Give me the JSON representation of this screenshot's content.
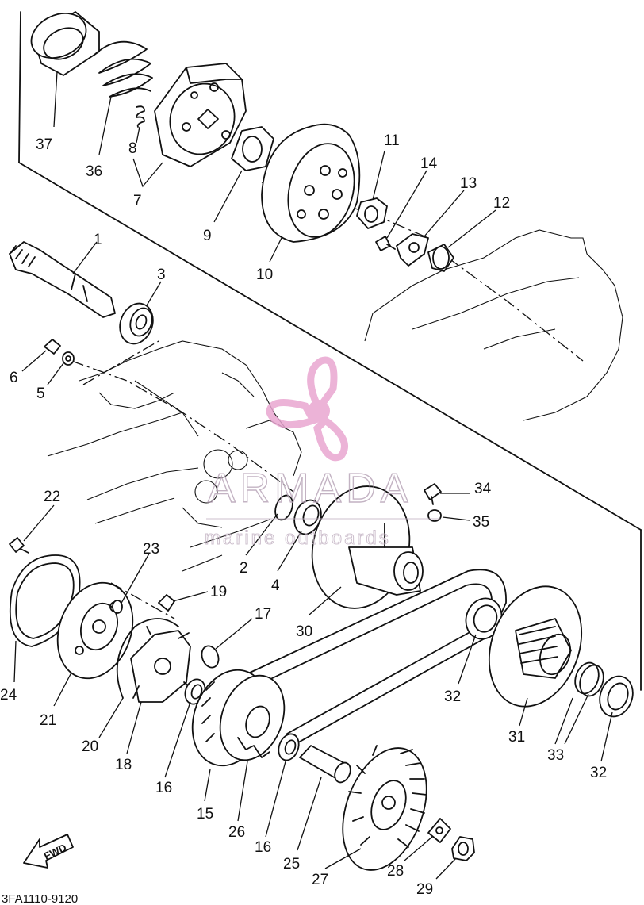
{
  "diagram": {
    "drawing_code": "3FA1110-9120",
    "fwd_label": "FWD",
    "watermark": {
      "name": "ARMADA",
      "tagline": "marine outboards",
      "color": "#e9a6d1"
    },
    "part_numbers": [
      "37",
      "36",
      "8",
      "7",
      "9",
      "10",
      "11",
      "14",
      "13",
      "12",
      "1",
      "3",
      "6",
      "5",
      "22",
      "23",
      "19",
      "17",
      "34",
      "35",
      "2",
      "4",
      "30",
      "24",
      "21",
      "20",
      "18",
      "16",
      "15",
      "26",
      "16",
      "25",
      "27",
      "28",
      "29",
      "32",
      "31",
      "33",
      "32"
    ]
  }
}
